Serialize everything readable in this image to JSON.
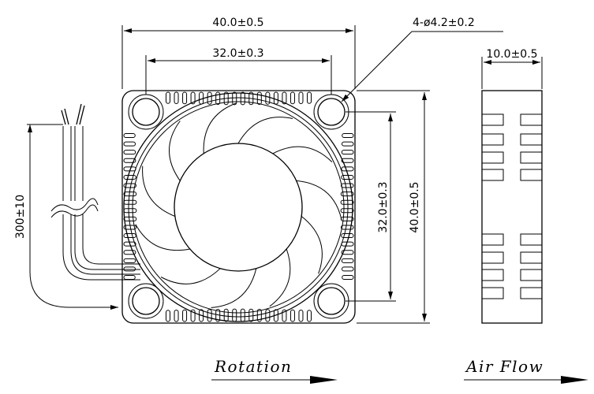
{
  "dimensions": {
    "frame_width": "40.0±0.5",
    "hole_pitch_h": "32.0±0.3",
    "holes": "4-ø4.2±0.2",
    "thickness": "10.0±0.5",
    "hole_pitch_v": "32.0±0.3",
    "frame_height": "40.0±0.5",
    "cable_length": "300±10"
  },
  "captions": {
    "rotation": "Rotation",
    "air_flow": "Air Flow"
  },
  "fan": {
    "blade_count": 11
  }
}
